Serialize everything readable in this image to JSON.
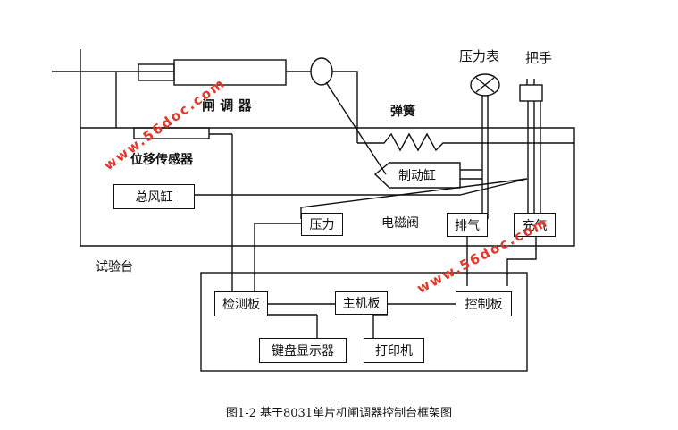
{
  "labels": {
    "actuator": "闸 调 器",
    "spring": "弹簧",
    "gauge": "压力表",
    "handle": "把手",
    "displacement_sensor": "位移传感器",
    "brake_cylinder": "制动缸",
    "main_reservoir": "总风缸",
    "pressure": "压力",
    "solenoid_valve": "电磁阀",
    "exhaust": "排气",
    "charge": "充气",
    "test_bench": "试验台",
    "detection_board": "检测板",
    "main_board": "主机板",
    "control_board": "控制板",
    "keyboard_display": "键盘显示器",
    "printer": "打印机"
  },
  "watermark": "www.56doc.com",
  "caption": "图1-2  基于8031单片机闸调器控制台框架图"
}
